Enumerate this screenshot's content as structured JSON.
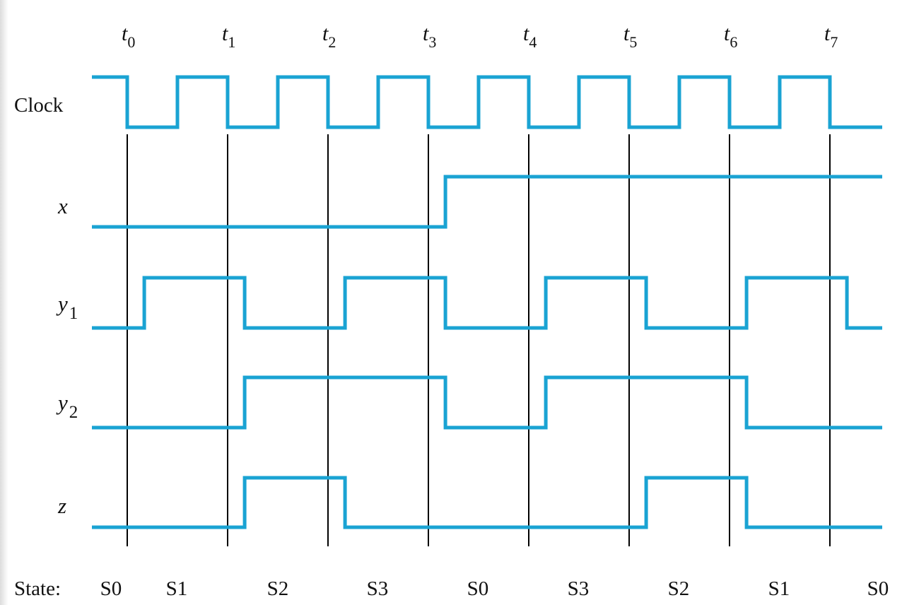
{
  "timing_diagram": {
    "time_marks": [
      {
        "letter": "t",
        "sub": "0"
      },
      {
        "letter": "t",
        "sub": "1"
      },
      {
        "letter": "t",
        "sub": "2"
      },
      {
        "letter": "t",
        "sub": "3"
      },
      {
        "letter": "t",
        "sub": "4"
      },
      {
        "letter": "t",
        "sub": "5"
      },
      {
        "letter": "t",
        "sub": "6"
      },
      {
        "letter": "t",
        "sub": "7"
      }
    ],
    "signals": [
      {
        "id": "clock",
        "name": "Clock",
        "sub": "",
        "italic": false,
        "initial": 1,
        "edges": [
          0,
          0.5,
          1,
          1.5,
          2,
          2.5,
          3,
          3.5,
          4,
          4.5,
          5,
          5.5,
          6,
          6.5,
          7
        ]
      },
      {
        "id": "x",
        "name": "x",
        "sub": "",
        "italic": true,
        "initial": 0,
        "edges": [
          3.17
        ]
      },
      {
        "id": "y1",
        "name": "y",
        "sub": "1",
        "italic": true,
        "initial": 0,
        "edges": [
          0.17,
          1.17,
          2.17,
          3.17,
          4.17,
          5.17,
          6.17,
          7.17
        ]
      },
      {
        "id": "y2",
        "name": "y",
        "sub": "2",
        "italic": true,
        "initial": 0,
        "edges": [
          1.17,
          3.17,
          4.17,
          6.17
        ]
      },
      {
        "id": "z",
        "name": "z",
        "sub": "",
        "italic": true,
        "initial": 0,
        "edges": [
          1.17,
          2.17,
          5.17,
          6.17
        ]
      }
    ],
    "state_label": "State:",
    "states": [
      "S0",
      "S1",
      "S2",
      "S3",
      "S0",
      "S3",
      "S2",
      "S1",
      "S0"
    ],
    "colors": {
      "waveform": "#1aa3d3",
      "gridline": "#000000",
      "text": "#111111"
    }
  }
}
